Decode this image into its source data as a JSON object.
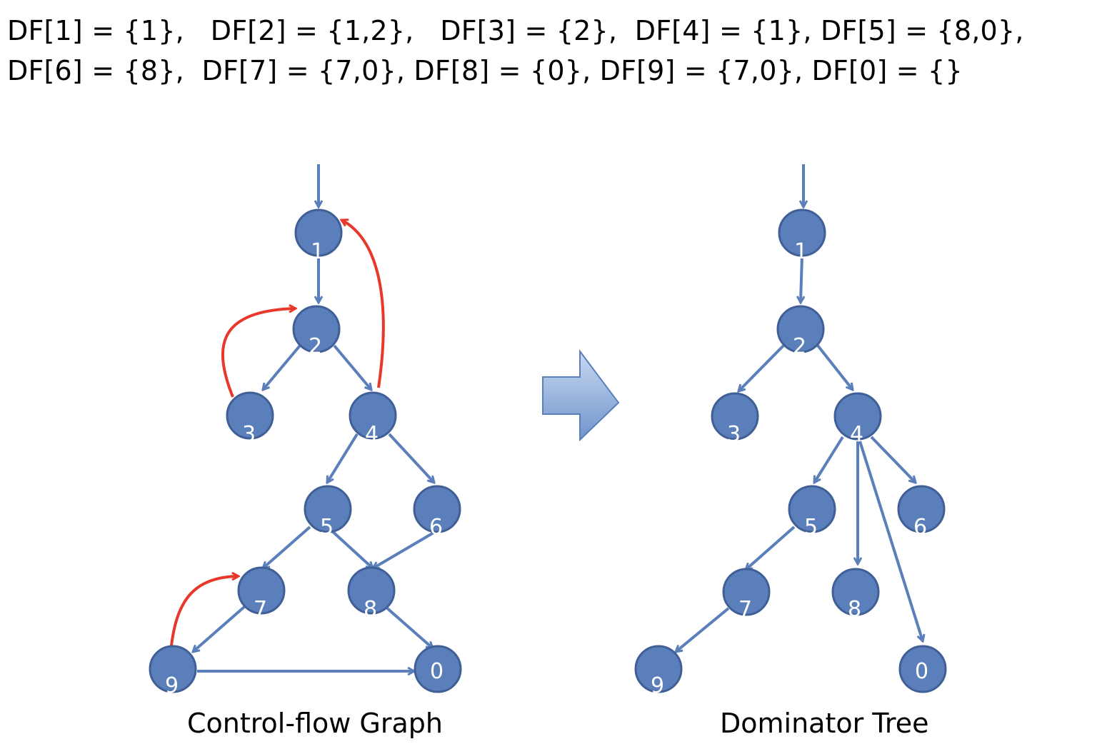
{
  "header": {
    "line1": "DF[1] = {1},   DF[2] = {1,2},   DF[3] = {2},  DF[4] = {1}, DF[5] = {8,0},",
    "line2": "DF[6] = {8},  DF[7] = {7,0}, DF[8] = {0}, DF[9] = {7,0}, DF[0] = {}"
  },
  "captions": {
    "left": "Control-flow Graph",
    "right": "Dominator Tree"
  },
  "colors": {
    "node_fill": "#5b7fba",
    "edge": "#5b7fba",
    "back_edge": "#e8372b",
    "arrow_gradient_light": "#c9d8f0",
    "arrow_gradient_dark": "#6f95cc"
  },
  "graphs": {
    "cfg": {
      "nodes": [
        "1",
        "2",
        "3",
        "4",
        "5",
        "6",
        "7",
        "8",
        "9",
        "0"
      ],
      "edges": [
        [
          "entry",
          "1"
        ],
        [
          "1",
          "2"
        ],
        [
          "2",
          "3"
        ],
        [
          "2",
          "4"
        ],
        [
          "4",
          "5"
        ],
        [
          "4",
          "6"
        ],
        [
          "5",
          "7"
        ],
        [
          "5",
          "8"
        ],
        [
          "6",
          "8"
        ],
        [
          "7",
          "9"
        ],
        [
          "8",
          "0"
        ],
        [
          "9",
          "0"
        ]
      ],
      "back_edges": [
        [
          "3",
          "2"
        ],
        [
          "4",
          "1"
        ],
        [
          "9",
          "7"
        ]
      ]
    },
    "dominator_tree": {
      "nodes": [
        "1",
        "2",
        "3",
        "4",
        "5",
        "6",
        "7",
        "8",
        "9",
        "0"
      ],
      "edges": [
        [
          "entry",
          "1"
        ],
        [
          "1",
          "2"
        ],
        [
          "2",
          "3"
        ],
        [
          "2",
          "4"
        ],
        [
          "4",
          "5"
        ],
        [
          "4",
          "6"
        ],
        [
          "4",
          "8"
        ],
        [
          "4",
          "0"
        ],
        [
          "5",
          "7"
        ],
        [
          "7",
          "9"
        ]
      ]
    }
  }
}
